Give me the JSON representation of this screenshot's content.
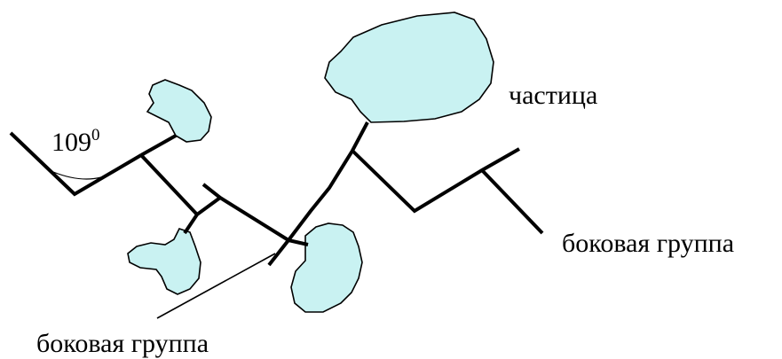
{
  "diagram": {
    "labels": {
      "angle_value": "109",
      "angle_superscript": "0",
      "particle": "частица",
      "side_group_right": "боковая группа",
      "side_group_bottom": "боковая группа"
    },
    "colors": {
      "particle_fill": "#c9f2f2",
      "stroke": "#000000",
      "background": "#ffffff"
    }
  }
}
